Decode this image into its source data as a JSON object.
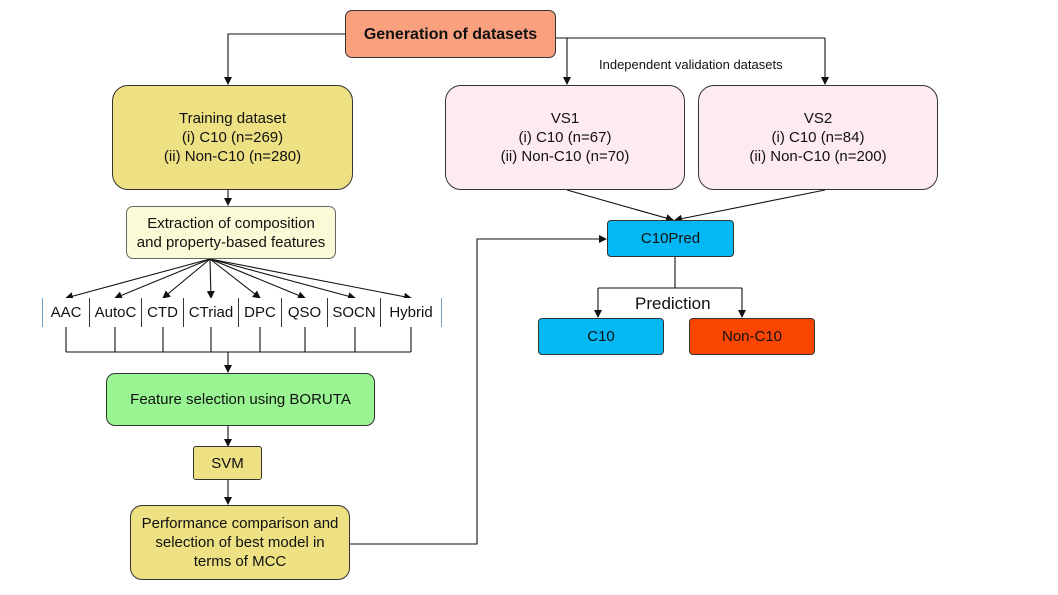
{
  "colors": {
    "top_box": "#f9a07f",
    "yellow_box": "#ede183",
    "cream_box": "#fbfad6",
    "pink_box": "#fdebef",
    "green_box": "#98f591",
    "blue_box": "#02b9f5",
    "red_box": "#fb4502",
    "feature_border": "#6fa3c7"
  },
  "top": {
    "title": "Generation of datasets"
  },
  "training": {
    "title": "Training dataset",
    "line1": "(i) C10 (n=269)",
    "line2": "(ii) Non-C10 (n=280)"
  },
  "extraction": {
    "line1": "Extraction of composition",
    "line2": "and property-based features"
  },
  "features": [
    "AAC",
    "AutoC",
    "CTD",
    "CTriad",
    "DPC",
    "QSO",
    "SOCN",
    "Hybrid"
  ],
  "selection": {
    "title": "Feature selection using BORUTA"
  },
  "svm": {
    "title": "SVM"
  },
  "performance": {
    "line1": "Performance comparison and",
    "line2": "selection of best model in",
    "line3": "terms of MCC"
  },
  "validation_label": "Independent validation datasets",
  "vs1": {
    "title": "VS1",
    "line1": "(i) C10 (n=67)",
    "line2": "(ii) Non-C10 (n=70)"
  },
  "vs2": {
    "title": "VS2",
    "line1": "(i) C10 (n=84)",
    "line2": "(ii) Non-C10 (n=200)"
  },
  "c10pred": {
    "title": "C10Pred"
  },
  "prediction_label": "Prediction",
  "out_c10": {
    "title": "C10"
  },
  "out_nonc10": {
    "title": "Non-C10"
  }
}
